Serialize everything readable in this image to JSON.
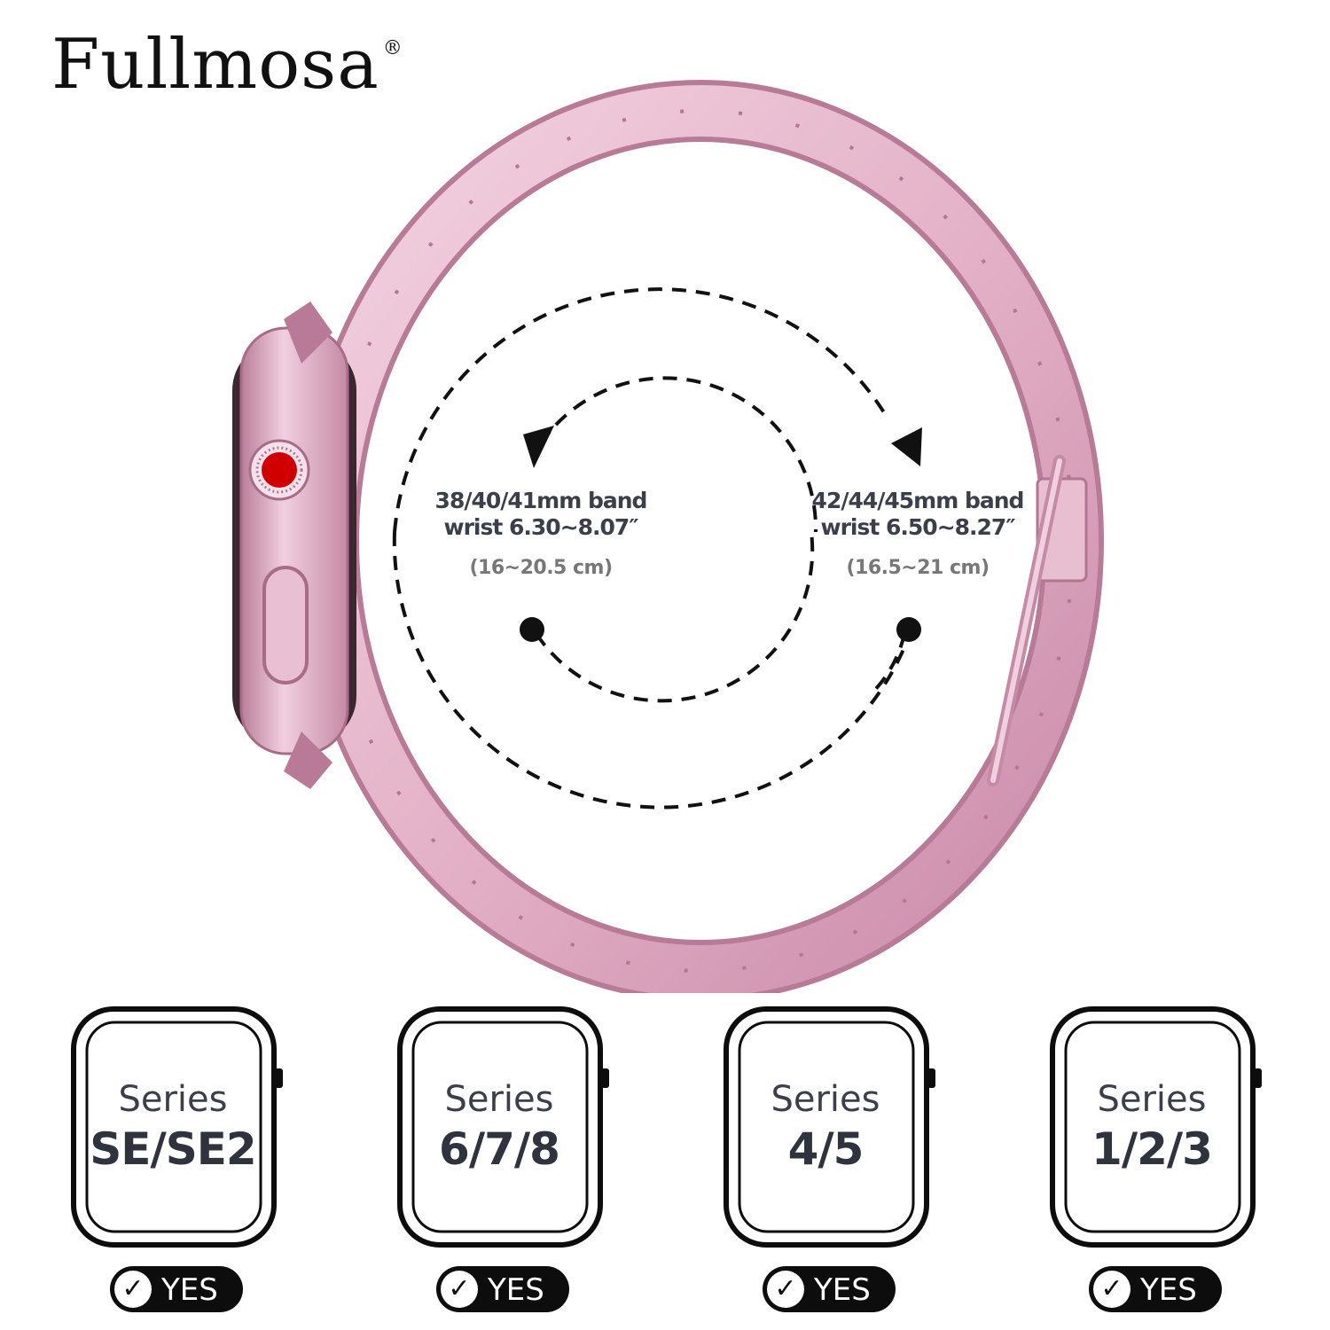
{
  "brand": {
    "name": "Fullmosa",
    "mark": "®"
  },
  "sizes": [
    {
      "band": "38/40/41mm band",
      "wrist_in": "wrist 6.30~8.07″",
      "wrist_cm": "(16~20.5 cm)"
    },
    {
      "band": "42/44/45mm band",
      "wrist_in": "wrist 6.50~8.27″",
      "wrist_cm": "(16.5~21 cm)"
    }
  ],
  "compatibility": [
    {
      "series": "Series",
      "model": "SE/SE2",
      "badge": "YES"
    },
    {
      "series": "Series",
      "model": "6/7/8",
      "badge": "YES"
    },
    {
      "series": "Series",
      "model": "4/5",
      "badge": "YES"
    },
    {
      "series": "Series",
      "model": "1/2/3",
      "badge": "YES"
    }
  ],
  "colors": {
    "band": "#e8b9cf",
    "band_shadow": "#c98aa8",
    "crown": "#d10000",
    "badge": "#0d0d0d"
  },
  "icons": {
    "check": "check-icon"
  }
}
